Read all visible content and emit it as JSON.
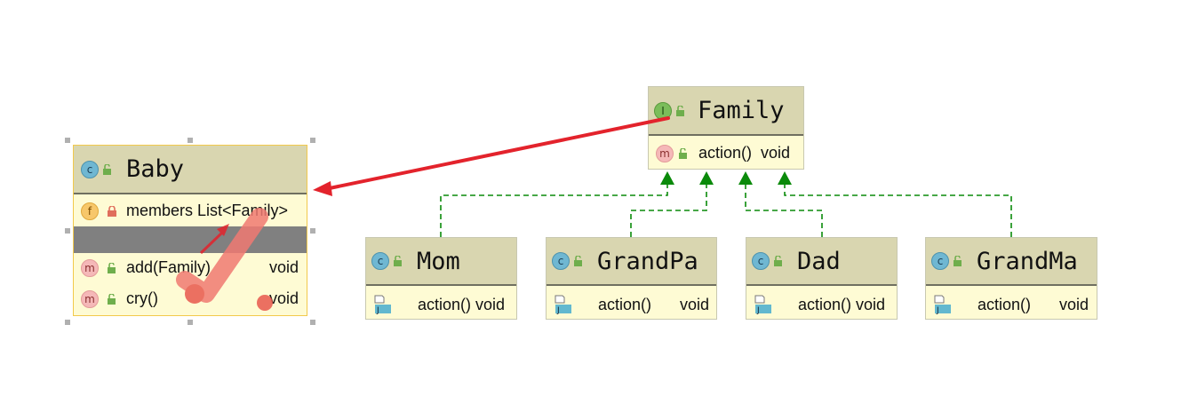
{
  "baby": {
    "name": "Baby",
    "field_name": "members",
    "field_type": "List<Family>",
    "methods": [
      {
        "name": "add(Family)",
        "type": "void"
      },
      {
        "name": "cry()",
        "type": "void"
      }
    ]
  },
  "family": {
    "name": "Family",
    "method_name": "action()",
    "method_type": "void"
  },
  "children": [
    {
      "name": "Mom",
      "method": "action() void",
      "type": ""
    },
    {
      "name": "GrandPa",
      "method": "action()",
      "type": "void"
    },
    {
      "name": "Dad",
      "method": "action() void",
      "type": ""
    },
    {
      "name": "GrandMa",
      "method": "action()",
      "type": "void"
    }
  ],
  "badges": {
    "class": "c",
    "interface": "I",
    "method": "m",
    "field": "f"
  },
  "colors": {
    "header": "#d9d6b0",
    "body": "#fefbd4",
    "arrow_red": "#e3232c",
    "inherit_green": "#0a8a0a",
    "check_mark": "#f07a72"
  },
  "icons": {
    "class": "class-icon",
    "interface": "interface-icon",
    "method": "method-icon",
    "field": "field-icon",
    "public": "unlock-icon",
    "private": "lock-icon",
    "java_file": "java-file-icon"
  }
}
